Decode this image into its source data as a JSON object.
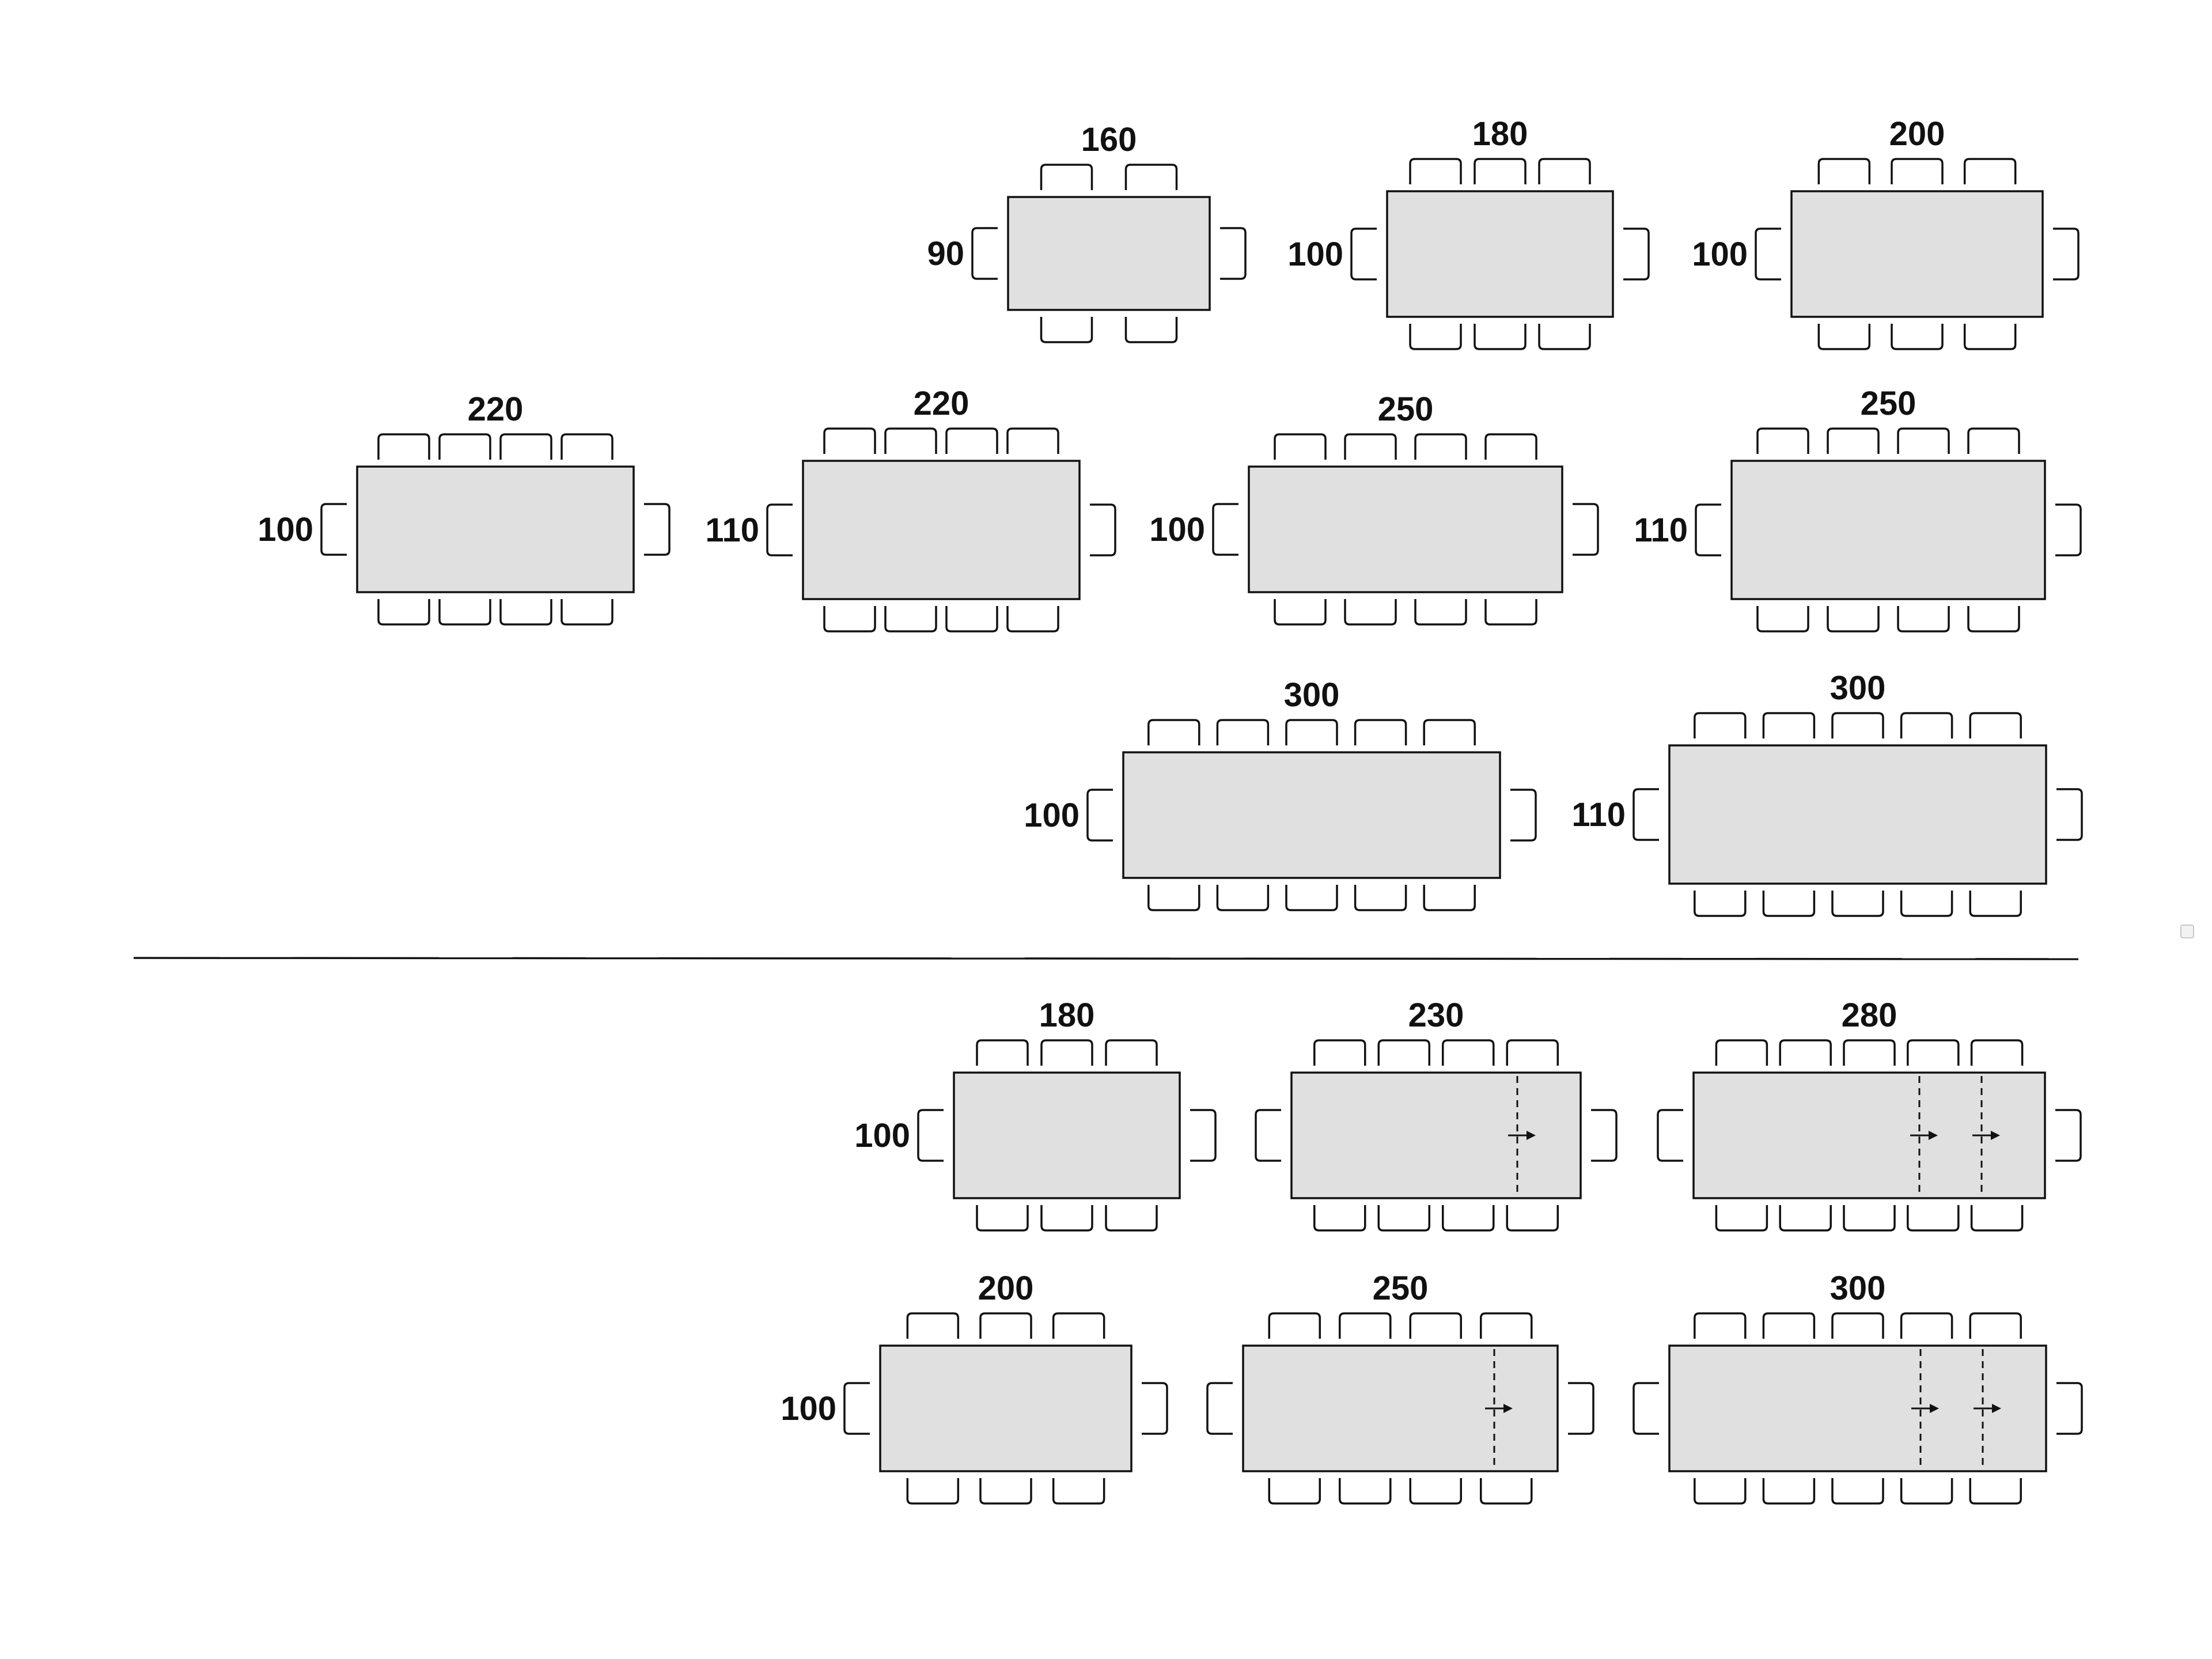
{
  "colors": {
    "table_fill": "#e0e0e0",
    "outline": "#111111",
    "background": "#ffffff"
  },
  "fixed_tables": [
    {
      "length": "160",
      "width": "90",
      "chairs_per_long_side": 2,
      "end_chairs": true,
      "extensions": 0
    },
    {
      "length": "180",
      "width": "100",
      "chairs_per_long_side": 3,
      "end_chairs": true,
      "extensions": 0
    },
    {
      "length": "200",
      "width": "100",
      "chairs_per_long_side": 3,
      "end_chairs": true,
      "extensions": 0
    },
    {
      "length": "220",
      "width": "100",
      "chairs_per_long_side": 4,
      "end_chairs": true,
      "extensions": 0
    },
    {
      "length": "220",
      "width": "110",
      "chairs_per_long_side": 4,
      "end_chairs": true,
      "extensions": 0
    },
    {
      "length": "250",
      "width": "100",
      "chairs_per_long_side": 4,
      "end_chairs": true,
      "extensions": 0
    },
    {
      "length": "250",
      "width": "110",
      "chairs_per_long_side": 4,
      "end_chairs": true,
      "extensions": 0
    },
    {
      "length": "300",
      "width": "100",
      "chairs_per_long_side": 5,
      "end_chairs": true,
      "extensions": 0
    },
    {
      "length": "300",
      "width": "110",
      "chairs_per_long_side": 5,
      "end_chairs": true,
      "extensions": 0
    }
  ],
  "extendable_tables": [
    {
      "length": "180",
      "width": "100",
      "chairs_per_long_side": 3,
      "end_chairs": true,
      "extensions": 0
    },
    {
      "length": "230",
      "width": "",
      "chairs_per_long_side": 4,
      "end_chairs": true,
      "extensions": 1
    },
    {
      "length": "280",
      "width": "",
      "chairs_per_long_side": 5,
      "end_chairs": true,
      "extensions": 2
    },
    {
      "length": "200",
      "width": "100",
      "chairs_per_long_side": 3,
      "end_chairs": true,
      "extensions": 0
    },
    {
      "length": "250",
      "width": "",
      "chairs_per_long_side": 4,
      "end_chairs": true,
      "extensions": 1
    },
    {
      "length": "300",
      "width": "",
      "chairs_per_long_side": 5,
      "end_chairs": true,
      "extensions": 2
    }
  ]
}
